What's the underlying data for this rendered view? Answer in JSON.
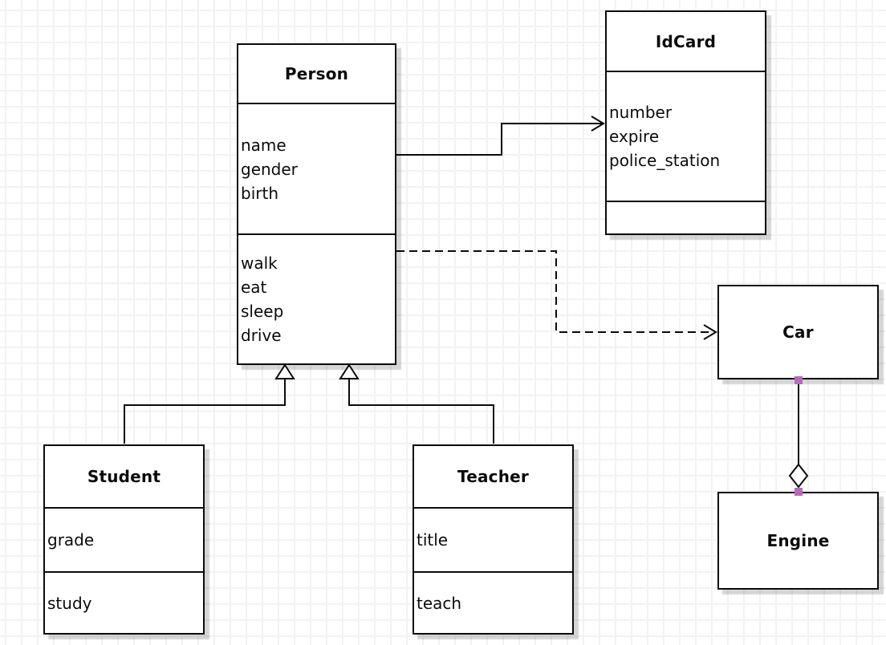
{
  "diagram": {
    "type": "uml-class-diagram",
    "classes": {
      "person": {
        "name": "Person",
        "attributes": [
          "name",
          "gender",
          "birth"
        ],
        "methods": [
          "walk",
          "eat",
          "sleep",
          "drive"
        ]
      },
      "idcard": {
        "name": "IdCard",
        "attributes": [
          "number",
          "expire",
          "police_station"
        ],
        "methods": []
      },
      "car": {
        "name": "Car",
        "attributes": [],
        "methods": []
      },
      "engine": {
        "name": "Engine",
        "attributes": [],
        "methods": []
      },
      "student": {
        "name": "Student",
        "attributes": [
          "grade"
        ],
        "methods": [
          "study"
        ]
      },
      "teacher": {
        "name": "Teacher",
        "attributes": [
          "title"
        ],
        "methods": [
          "teach"
        ]
      }
    },
    "relationships": [
      {
        "from": "Person",
        "to": "IdCard",
        "type": "association",
        "line": "solid",
        "arrow": "open"
      },
      {
        "from": "Person",
        "to": "Car",
        "type": "dependency",
        "line": "dashed",
        "arrow": "open"
      },
      {
        "from": "Student",
        "to": "Person",
        "type": "generalization",
        "line": "solid",
        "arrow": "hollow-triangle"
      },
      {
        "from": "Teacher",
        "to": "Person",
        "type": "generalization",
        "line": "solid",
        "arrow": "hollow-triangle"
      },
      {
        "from": "Car",
        "to": "Engine",
        "type": "aggregation",
        "line": "solid",
        "arrow": "hollow-diamond",
        "endpoints": "fixed-connection-handles"
      }
    ],
    "colors": {
      "stroke": "#0b0b0b",
      "shape_fill": "#ffffff",
      "grid_line": "#f2f2f6",
      "shadow": "rgba(0,0,0,0.16)",
      "endpoint_handle": "#b76ab8"
    }
  }
}
